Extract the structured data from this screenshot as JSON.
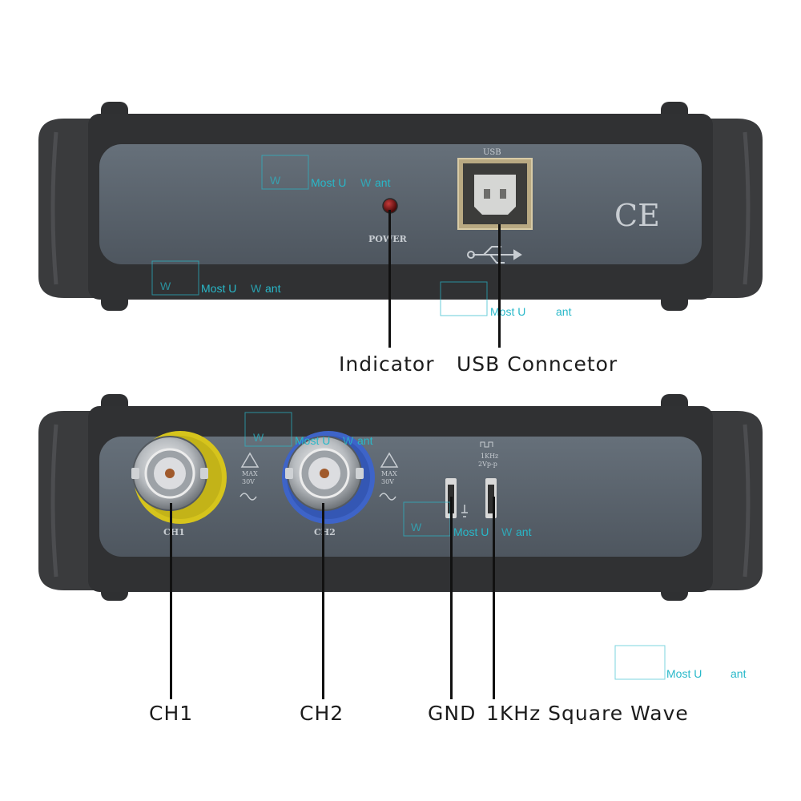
{
  "callouts": {
    "indicator": "Indicator",
    "usb_connector": "USB Conncetor",
    "ch1": "CH1",
    "ch2": "CH2",
    "gnd": "GND",
    "square_wave": "1KHz Square Wave"
  },
  "top_panel": {
    "usb_label": "USB",
    "power_label": "POWER",
    "ce_mark": "CE"
  },
  "bottom_panel": {
    "ch1_label": "CH1",
    "ch2_label": "CH2",
    "max_label": "MAX",
    "max_voltage": "30V",
    "freq_label": "1KHz",
    "amplitude_label": "2Vp-p"
  },
  "watermark": {
    "logo_letter": "W",
    "text_before": "Most U",
    "text_after": "ant"
  },
  "colors": {
    "body": "#38393b",
    "panel": "#5a636d",
    "watermark": "#28b8c9",
    "led": "#7a0d0d",
    "ch1_ring": "#d6c41c",
    "ch2_ring": "#3e64c8"
  }
}
